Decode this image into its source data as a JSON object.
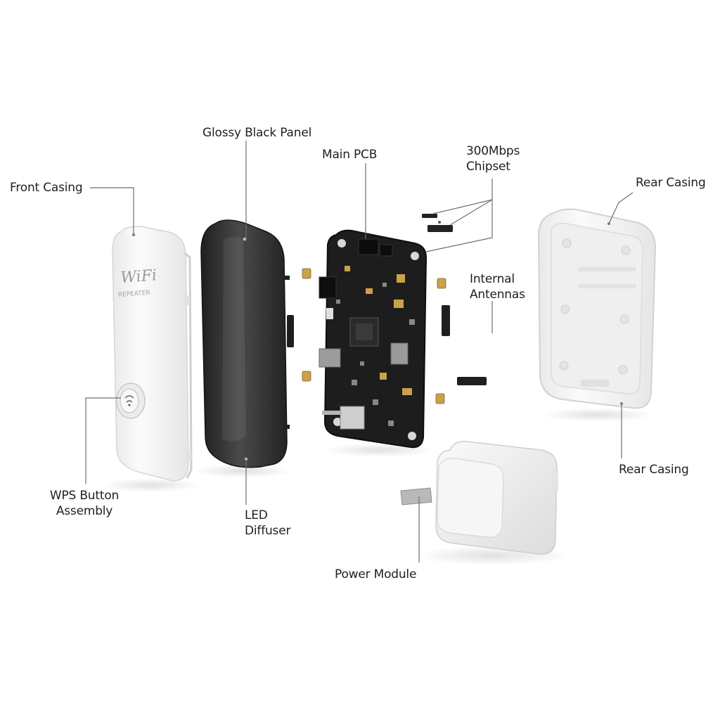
{
  "labels": {
    "front_casing": "Front Casing",
    "glossy_black_panel": "Glossy Black Panel",
    "main_pcb": "Main PCB",
    "chipset": [
      "300Mbps",
      "Chipset"
    ],
    "rear_casing_top": "Rear Casing",
    "internal_antennas": [
      "Internal",
      "Antennas"
    ],
    "rear_casing_bottom": "Rear Casing",
    "wps_button_assembly": [
      "WPS Button",
      "Assembly"
    ],
    "led_diffuser": [
      "LED",
      "Diffuser"
    ],
    "power_module": "Power Module"
  },
  "logo": {
    "wordmark": "WiFi",
    "subtitle": "REPEATER"
  },
  "colors": {
    "leader_line": "#6e6e6e",
    "casing_white": "#f4f4f4",
    "panel_black": "#2e2e2e",
    "pcb_black": "#1c1c1c",
    "component_gold": "#c9a24a"
  }
}
